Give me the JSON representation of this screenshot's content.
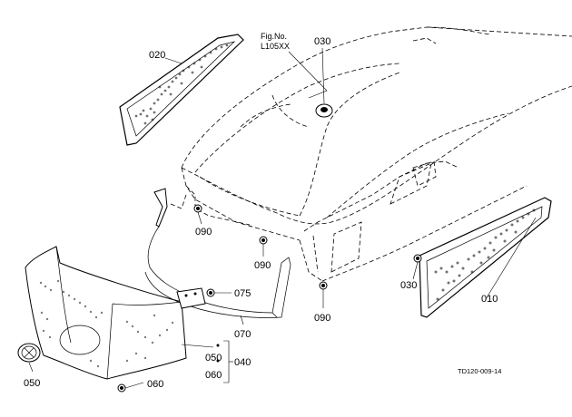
{
  "figure": {
    "fig_no_label": "Fig.No.",
    "fig_no_value": "L105XX",
    "drawing_code": "TD120-009-14"
  },
  "callouts": {
    "c020": "020",
    "c030_top": "030",
    "c090_a": "090",
    "c090_b": "090",
    "c090_c": "090",
    "c075": "075",
    "c070": "070",
    "c050_hex": "050",
    "c040": "040",
    "c060_group": "060",
    "c060_bottom": "060",
    "c050_bottom": "050",
    "c030_right": "030",
    "c010": "010"
  },
  "colors": {
    "line": "#000000",
    "background": "#ffffff"
  }
}
